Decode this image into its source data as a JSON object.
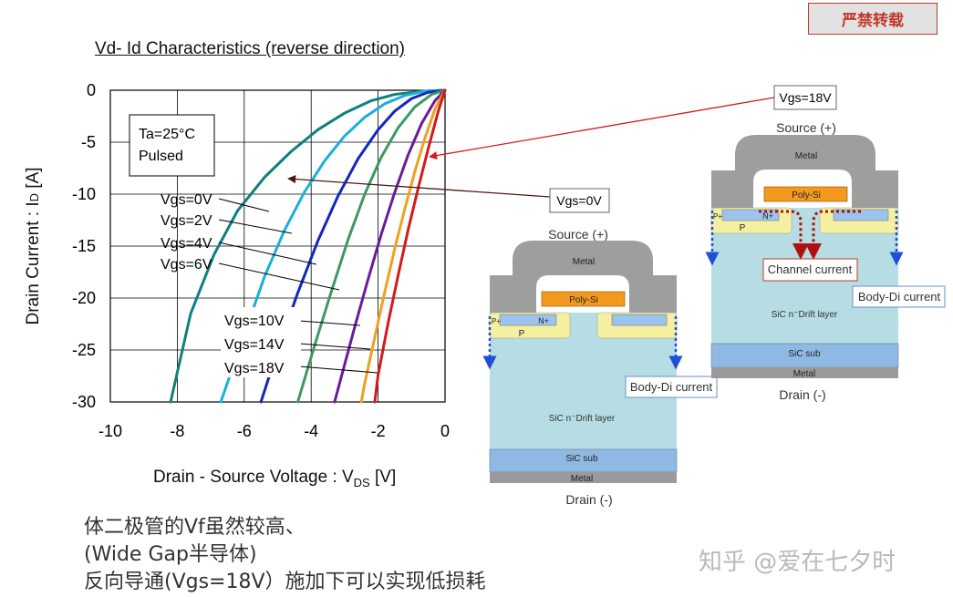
{
  "stamp": "严禁转载",
  "chart_data": {
    "type": "line",
    "title": "Vd- Id Characteristics (reverse direction)",
    "xlabel": "Drain - Source Voltage : V",
    "xlabel_sub": "DS",
    "xlabel_unit": " [V]",
    "ylabel": "Drain Current : I",
    "ylabel_sub": "D",
    "ylabel_unit": " [A]",
    "xlim": [
      -10,
      0
    ],
    "ylim": [
      -30,
      0
    ],
    "xticks": [
      "-10",
      "-8",
      "-6",
      "-4",
      "-2",
      "0"
    ],
    "yticks": [
      "0",
      "-5",
      "-10",
      "-15",
      "-20",
      "-25",
      "-30"
    ],
    "grid": true,
    "conditions": [
      "Ta=25°C",
      "Pulsed"
    ],
    "series": [
      {
        "name": "Vgs=0V",
        "color": "#0f7f7f",
        "x": [
          0,
          -0.7,
          -1.5,
          -2.2,
          -3.0,
          -3.8,
          -4.6,
          -5.4,
          -6.2,
          -6.9,
          -7.6,
          -8.2
        ],
        "y": [
          0,
          -0.1,
          -0.4,
          -1.0,
          -2.2,
          -3.8,
          -5.9,
          -8.4,
          -11.6,
          -15.8,
          -21.5,
          -30
        ]
      },
      {
        "name": "Vgs=2V",
        "color": "#1ab0d8",
        "x": [
          0,
          -0.6,
          -1.2,
          -1.8,
          -2.4,
          -3.0,
          -3.6,
          -4.2,
          -4.8,
          -5.4,
          -6.0,
          -6.7
        ],
        "y": [
          0,
          -0.1,
          -0.5,
          -1.3,
          -2.6,
          -4.4,
          -6.8,
          -9.8,
          -13.5,
          -18.0,
          -23.5,
          -30
        ]
      },
      {
        "name": "Vgs=4V",
        "color": "#1428b8",
        "x": [
          0,
          -0.5,
          -1.0,
          -1.5,
          -2.0,
          -2.6,
          -3.2,
          -3.8,
          -4.4,
          -5.0,
          -5.5
        ],
        "y": [
          0,
          -0.2,
          -0.8,
          -2.0,
          -3.8,
          -6.6,
          -10.2,
          -14.5,
          -19.5,
          -25.0,
          -30
        ]
      },
      {
        "name": "Vgs=6V",
        "color": "#3c9a60",
        "x": [
          0,
          -0.4,
          -0.9,
          -1.4,
          -1.9,
          -2.4,
          -2.9,
          -3.4,
          -3.9,
          -4.4
        ],
        "y": [
          0,
          -0.4,
          -1.6,
          -3.6,
          -6.4,
          -10.0,
          -14.4,
          -19.4,
          -24.6,
          -30
        ]
      },
      {
        "name": "Vgs=10V",
        "color": "#6a1b9a",
        "x": [
          0,
          -0.3,
          -0.7,
          -1.1,
          -1.5,
          -1.9,
          -2.3,
          -2.7,
          -3.1,
          -3.3
        ],
        "y": [
          0,
          -1.0,
          -3.2,
          -6.2,
          -9.8,
          -13.8,
          -18.2,
          -22.8,
          -27.6,
          -30
        ]
      },
      {
        "name": "Vgs=14V",
        "color": "#f0a020",
        "x": [
          0,
          -0.3,
          -0.6,
          -0.9,
          -1.2,
          -1.5,
          -1.8,
          -2.1,
          -2.4,
          -2.5
        ],
        "y": [
          0,
          -1.8,
          -4.6,
          -7.8,
          -11.4,
          -15.2,
          -19.4,
          -23.8,
          -28.2,
          -30
        ]
      },
      {
        "name": "Vgs=18V",
        "color": "#d41a1a",
        "x": [
          0,
          -0.2,
          -0.5,
          -0.8,
          -1.1,
          -1.4,
          -1.7,
          -2.0,
          -2.1
        ],
        "y": [
          0,
          -2.0,
          -5.6,
          -9.4,
          -13.4,
          -17.8,
          -22.4,
          -27.4,
          -30
        ]
      }
    ]
  },
  "diagram_left": {
    "callout": "Vgs=0V",
    "source": "Source (+)",
    "metal_top": "Metal",
    "poly": "Poly-Si",
    "n_plus": "N+",
    "p_plus": "P+",
    "p": "P",
    "drift": "SiC n⁻Drift layer",
    "sub": "SiC sub",
    "metal_bottom": "Metal",
    "drain": "Drain (-)",
    "body_di": "Body-Di current"
  },
  "diagram_right": {
    "callout": "Vgs=18V",
    "source": "Source (+)",
    "metal_top": "Metal",
    "poly": "Poly-Si",
    "n_plus": "N+",
    "p_plus": "P+",
    "p": "P",
    "channel": "Channel current",
    "drift": "SiC n⁻Drift layer",
    "sub": "SiC sub",
    "metal_bottom": "Metal",
    "drain": "Drain (-)",
    "body_di": "Body-Di current"
  },
  "notes": [
    "体二极管的Vf虽然较高、",
    "(Wide Gap半导体)",
    "反向导通(Vgs=18V）施加下可以实现低损耗"
  ],
  "watermark": "知乎 @爱在七夕时"
}
